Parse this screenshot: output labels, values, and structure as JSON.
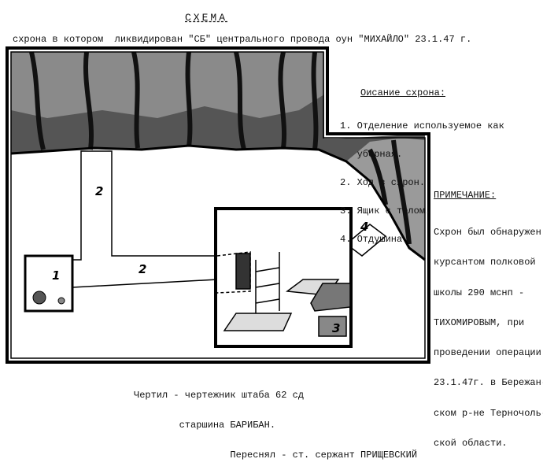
{
  "header": {
    "title": "СХЕМА",
    "subtitle": "схрона в котором  ликвидирован \"СБ\" центрального провода оун \"МИХАЙЛО\" 23.1.47 г."
  },
  "description": {
    "heading": "Оисание схрона:",
    "items": [
      "1. Отделение используемое как",
      "   уборная.",
      "2. Ход в схрон.",
      "3. Ящик с толом.",
      "4. Отдушина"
    ]
  },
  "note": {
    "heading": "ПРИМЕЧАНИЕ:",
    "lines": [
      "Схрон был обнаружен",
      "курсантом полковой",
      "школы 290 мснп -",
      "ТИХОМИРОВЫМ, при",
      "проведении операции",
      "23.1.47г. в Бережан-",
      "ском р-не Терночоль-",
      "ской области."
    ]
  },
  "diagram_labels": {
    "toilet": "1",
    "shaft": "2",
    "passage": "2",
    "box": "3",
    "vent": "4"
  },
  "credits": [
    "Чертил - чертежник штаба 62 сд",
    "        старшина БАРИБАН.",
    "                 Переснял - ст. сержант ПРИЩЕВСКИЙ"
  ]
}
